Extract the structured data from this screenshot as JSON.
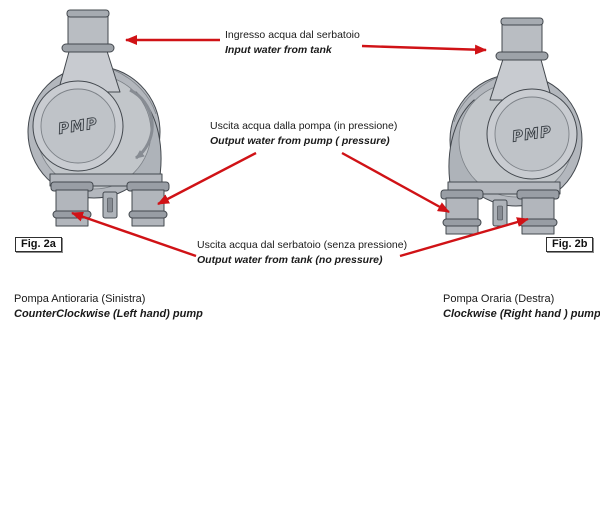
{
  "figure": {
    "pump_logo": "PMP",
    "annotations": [
      {
        "it": "Ingresso acqua dal serbatoio",
        "en": "Input water from tank"
      },
      {
        "it": "Uscita acqua dalla pompa (in pressione)",
        "en": "Output water from pump ( pressure)"
      },
      {
        "it": "Uscita acqua dal serbatoio (senza pressione)",
        "en": "Output water from tank (no pressure)"
      }
    ],
    "fig_labels": [
      {
        "label": "Fig. 2a"
      },
      {
        "label": "Fig. 2b"
      }
    ],
    "captions": [
      {
        "it": "Pompa Antioraria (Sinistra)",
        "en": "CounterClockwise (Left hand) pump"
      },
      {
        "it": "Pompa Oraria (Destra)",
        "en": "Clockwise (Right hand ) pump"
      }
    ],
    "colors": {
      "arrow_red": "#d01216",
      "text": "#1a1a1a",
      "pump_body": "#c2c6ca",
      "pump_outline": "#43484e"
    }
  }
}
